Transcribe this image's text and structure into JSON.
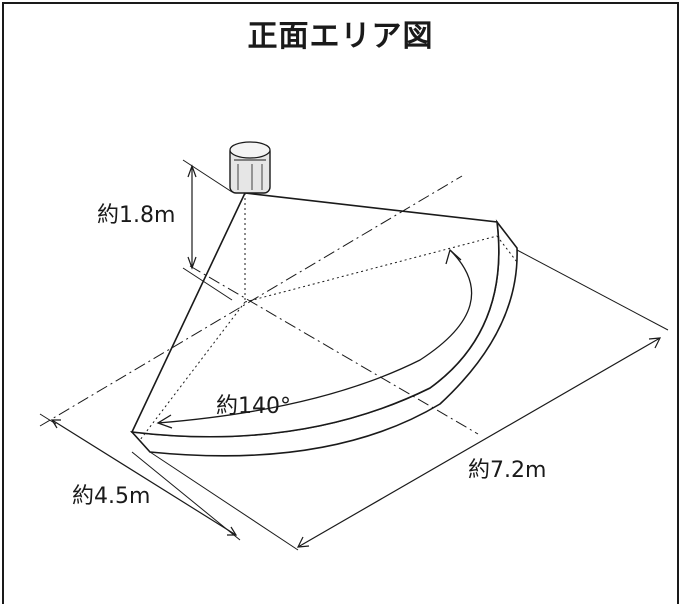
{
  "title": "正面エリア図",
  "labels": {
    "height": "約1.8m",
    "angle": "約140°",
    "depth": "約4.5m",
    "width": "約7.2m"
  },
  "colors": {
    "stroke": "#1a1a1a",
    "sensor_fill": "#e6e6e6",
    "background": "#ffffff"
  },
  "icons": {
    "sensor": "motion-sensor-icon"
  }
}
